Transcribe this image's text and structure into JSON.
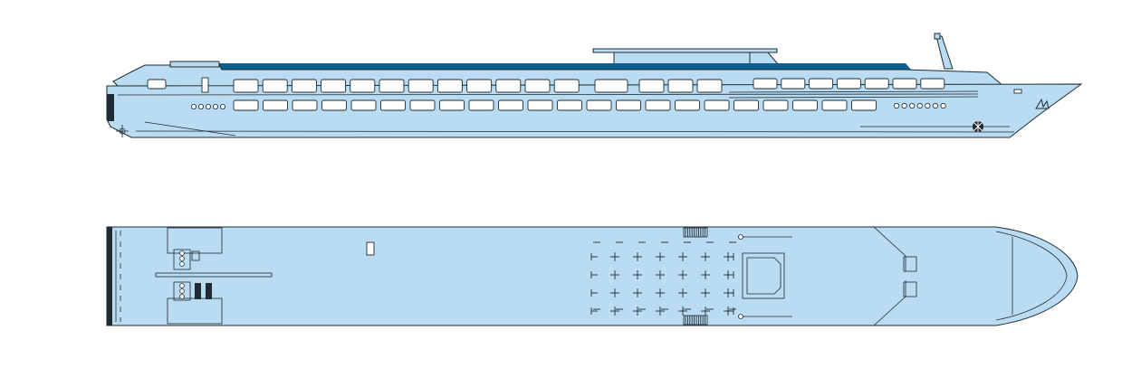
{
  "colors": {
    "hull": "#b9dcf2",
    "upper_band": "#0a5f8e",
    "outline": "#1f2a33",
    "window": "#ffffff",
    "dark_fill": "#1f2a33"
  },
  "icons": {
    "propeller": "propeller-icon",
    "anchor": "anchor-icon",
    "logo_mark": "ship-logo-mark"
  },
  "views": {
    "side": "side-elevation",
    "top": "deck-plan"
  }
}
